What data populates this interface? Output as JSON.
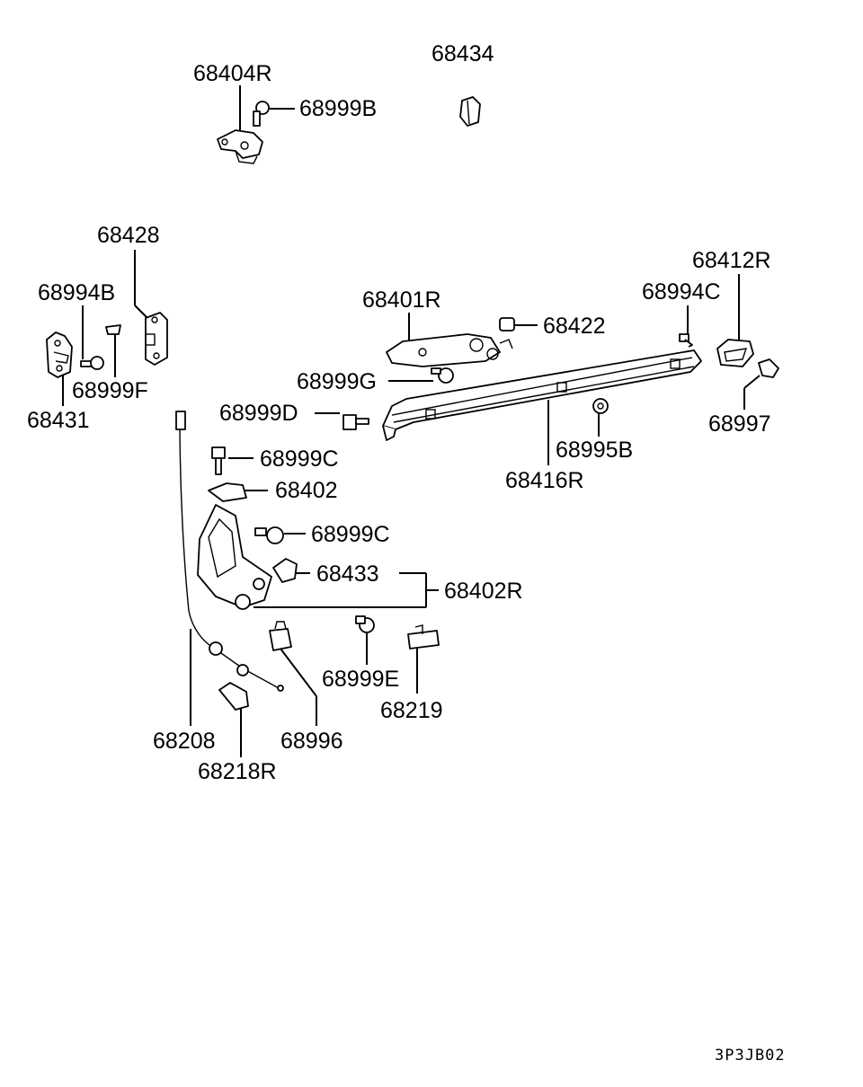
{
  "labels": {
    "l68404R": "68404R",
    "l68999B": "68999B",
    "l68434": "68434",
    "l68428": "68428",
    "l68994B": "68994B",
    "l68999F": "68999F",
    "l68431": "68431",
    "l68401R": "68401R",
    "l68422": "68422",
    "l68999G": "68999G",
    "l68994C": "68994C",
    "l68412R": "68412R",
    "l68997": "68997",
    "l68999D": "68999D",
    "l68995B": "68995B",
    "l68416R": "68416R",
    "l68999C_a": "68999C",
    "l68402": "68402",
    "l68999C_b": "68999C",
    "l68433": "68433",
    "l68402R": "68402R",
    "l68999E": "68999E",
    "l68219": "68219",
    "l68208": "68208",
    "l68996": "68996",
    "l68218R": "68218R"
  },
  "drawing_code": "3P3JB02"
}
